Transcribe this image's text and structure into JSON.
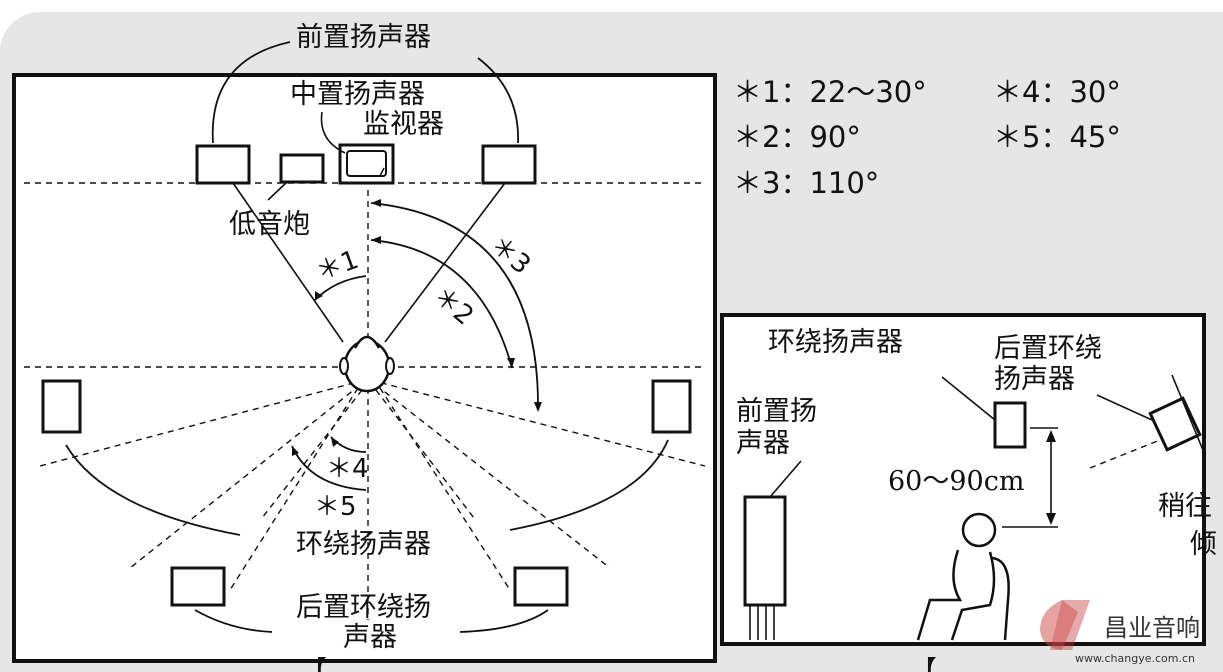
{
  "top_diagram": {
    "front_speakers": "前置扬声器",
    "center_speaker": "中置扬声器",
    "monitor": "监视器",
    "subwoofer": "低音炮",
    "surround_speakers": "环绕扬声器",
    "surround_back_line1": "后置环绕扬",
    "surround_back_line2": "声器",
    "angle_marks": [
      "＊1",
      "＊2",
      "＊3",
      "＊4",
      "＊5"
    ]
  },
  "legend": {
    "items": [
      "＊1：22～30°",
      "＊4：30°",
      "＊2：90°",
      "＊5：45°",
      "＊3：110°"
    ]
  },
  "side_diagram": {
    "surround_speakers": "环绕扬声器",
    "surround_back_line1": "后置环绕",
    "surround_back_line2": "扬声器",
    "front_line1": "前置扬",
    "front_line2": "声器",
    "height": "60～90cm",
    "tilt_line1": "稍往",
    "tilt_line2": "倾"
  },
  "watermark": {
    "brand": "昌业音响",
    "url": "www.changye.com.cn"
  }
}
